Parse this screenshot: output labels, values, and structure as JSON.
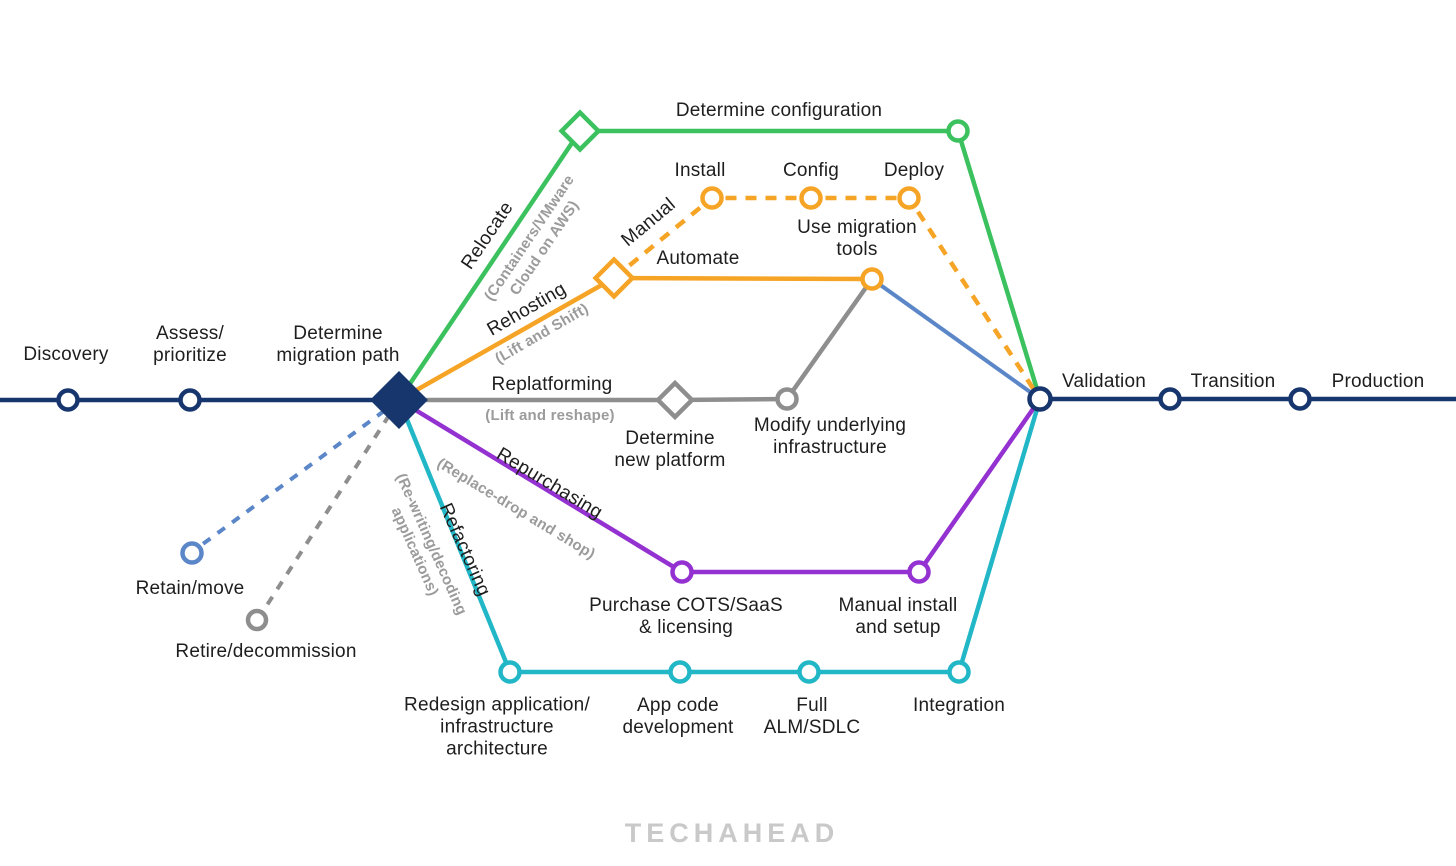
{
  "colors": {
    "navy": "#17366d",
    "green": "#3cc15f",
    "orange": "#f6a425",
    "gray": "#8e8e8e",
    "purple": "#9431d1",
    "teal": "#22b7c7",
    "blue": "#5b87c9",
    "text": "#1e1e1e",
    "subtitle_gray": "#9b9b9b",
    "logo_gray": "#c9c9c9"
  },
  "timeline": {
    "discovery": "Discovery",
    "assess": "Assess/\nprioritize",
    "determine_migration_path": "Determine\nmigration path",
    "validation": "Validation",
    "transition": "Transition",
    "production": "Production"
  },
  "paths": {
    "relocate": {
      "name": "Relocate",
      "subtitle": "(Containers/VMware\nCloud on AWS)",
      "steps": {
        "determine_configuration": "Determine configuration"
      }
    },
    "rehosting": {
      "name": "Rehosting",
      "subtitle": "(Lift and Shift)",
      "branches": {
        "manual": "Manual",
        "automate": "Automate"
      },
      "steps": {
        "install": "Install",
        "config": "Config",
        "deploy": "Deploy",
        "use_migration_tools": "Use migration\ntools"
      }
    },
    "replatforming": {
      "name": "Replatforming",
      "subtitle": "(Lift and reshape)",
      "steps": {
        "determine_new_platform": "Determine\nnew platform",
        "modify_underlying_infrastructure": "Modify underlying\ninfrastructure"
      }
    },
    "repurchasing": {
      "name": "Repurchasing",
      "subtitle": "(Replace-drop and shop)",
      "steps": {
        "purchase_cots": "Purchase COTS/SaaS\n& licensing",
        "manual_install": "Manual install\nand setup"
      }
    },
    "refactoring": {
      "name": "Refactoring",
      "subtitle": "(Re-writing/decoding\napplications)",
      "steps": {
        "redesign": "Redesign application/\ninfrastructure\narchitecture",
        "app_code": "App code\ndevelopment",
        "full_alm": "Full\nALM/SDLC",
        "integration": "Integration"
      }
    },
    "retain": {
      "name": "Retain/move"
    },
    "retire": {
      "name": "Retire/decommission"
    }
  },
  "footer": {
    "brand": "TECHAHEAD"
  }
}
